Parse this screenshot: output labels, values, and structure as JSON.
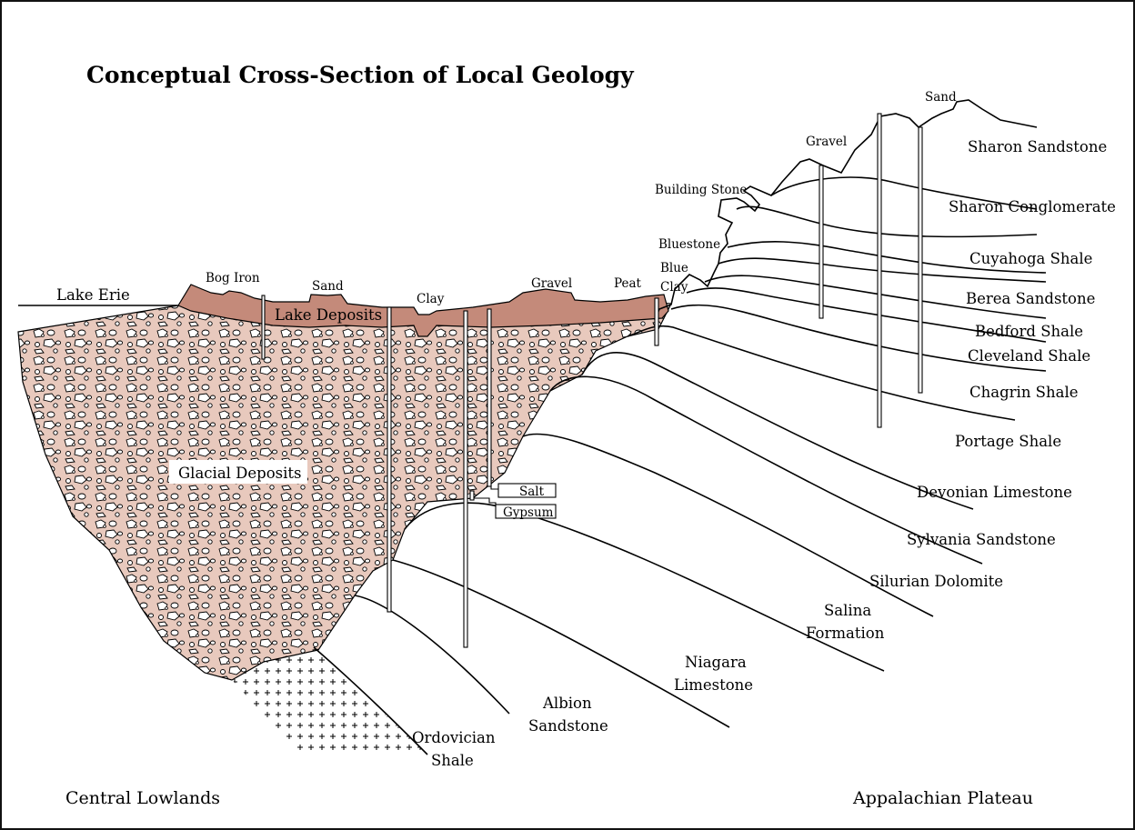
{
  "title": "Conceptual Cross-Section of Local Geology",
  "regions": {
    "left": "Central Lowlands",
    "right": "Appalachian Plateau"
  },
  "surface_labels": {
    "lake_erie": "Lake Erie",
    "bog_iron": "Bog Iron",
    "sand_lake": "Sand",
    "clay": "Clay",
    "gravel_lake": "Gravel",
    "peat": "Peat",
    "blue_clay_1": "Blue",
    "blue_clay_2": "Clay",
    "bluestone": "Bluestone",
    "building_stone": "Building Stone",
    "gravel_top": "Gravel",
    "sand_top": "Sand"
  },
  "deposits": {
    "lake": "Lake Deposits",
    "glacial": "Glacial Deposits",
    "salt": "Salt",
    "gypsum": "Gypsum"
  },
  "formations": {
    "sharon_sandstone": "Sharon Sandstone",
    "sharon_conglomerate": "Sharon Conglomerate",
    "cuyahoga_shale": "Cuyahoga Shale",
    "berea_sandstone": "Berea Sandstone",
    "bedford_shale": "Bedford Shale",
    "cleveland_shale": "Cleveland Shale",
    "chagrin_shale": "Chagrin Shale",
    "portage_shale": "Portage Shale",
    "devonian_limestone": "Devonian Limestone",
    "sylvania_sandstone": "Sylvania Sandstone",
    "silurian_dolomite": "Silurian Dolomite",
    "salina_1": "Salina",
    "salina_2": "Formation",
    "niagara_1": "Niagara",
    "niagara_2": "Limestone",
    "albion_1": "Albion",
    "albion_2": "Sandstone",
    "ordovician_1": "Ordovician",
    "ordovician_2": "Shale"
  },
  "colors": {
    "glacial_fill": "#e8c9bd",
    "lake_deposit_fill": "#c48a7a",
    "line": "#000000",
    "background": "#ffffff"
  }
}
